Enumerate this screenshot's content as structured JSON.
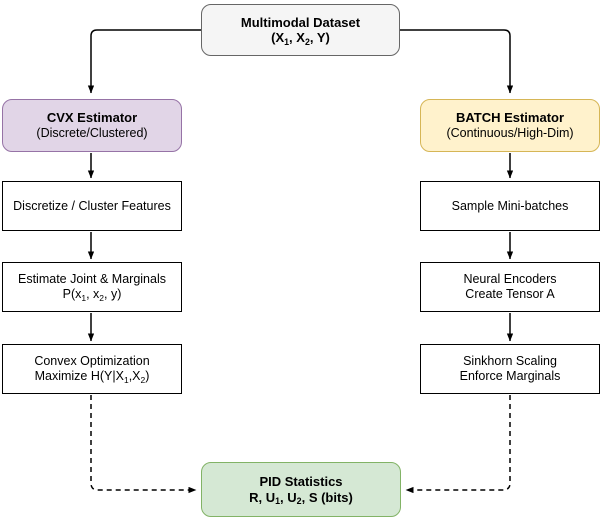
{
  "diagram": {
    "type": "flowchart",
    "title": "PID estimation pipeline",
    "colors": {
      "dataset_fill": "#f5f5f5",
      "dataset_stroke": "#666666",
      "cvx_fill": "#e1d5e7",
      "cvx_stroke": "#9673a6",
      "batch_fill": "#fff2cc",
      "batch_stroke": "#d6b656",
      "result_fill": "#d5e8d4",
      "result_stroke": "#82b366",
      "process_fill": "#ffffff",
      "process_stroke": "#000000",
      "edge": "#000000"
    },
    "nodes": {
      "dataset": {
        "line1": "Multimodal Dataset",
        "line2_prefix": "(X",
        "line2_sub1": "1",
        "line2_mid": ", X",
        "line2_sub2": "2",
        "line2_suffix": ", Y)"
      },
      "cvx_estimator": {
        "line1": "CVX Estimator",
        "line2": "(Discrete/Clustered)"
      },
      "batch_estimator": {
        "line1": "BATCH Estimator",
        "line2": "(Continuous/High-Dim)"
      },
      "cvx_step1": {
        "line1": "Discretize / Cluster Features",
        "line2": ""
      },
      "cvx_step2": {
        "line1": "Estimate Joint & Marginals",
        "line2_prefix": "P(x",
        "line2_sub1": "1",
        "line2_mid": ", x",
        "line2_sub2": "2",
        "line2_suffix": ", y)"
      },
      "cvx_step3": {
        "line1": "Convex Optimization",
        "line2_prefix": "Maximize H(Y|X",
        "line2_sub1": "1",
        "line2_mid": ",X",
        "line2_sub2": "2",
        "line2_suffix": ")"
      },
      "batch_step1": {
        "line1": "Sample Mini-batches",
        "line2": ""
      },
      "batch_step2": {
        "line1": "Neural Encoders",
        "line2": "Create Tensor A"
      },
      "batch_step3": {
        "line1": "Sinkhorn Scaling",
        "line2": "Enforce Marginals"
      },
      "pid_statistics": {
        "line1": "PID Statistics",
        "line2_prefix": "R, U",
        "line2_sub1": "1",
        "line2_mid": ", U",
        "line2_sub2": "2",
        "line2_suffix": ", S (bits)"
      }
    },
    "edges": [
      {
        "from": "dataset",
        "to": "cvx_estimator",
        "style": "solid",
        "arrow": true
      },
      {
        "from": "dataset",
        "to": "batch_estimator",
        "style": "solid",
        "arrow": true
      },
      {
        "from": "cvx_estimator",
        "to": "cvx_step1",
        "style": "solid",
        "arrow": true
      },
      {
        "from": "cvx_step1",
        "to": "cvx_step2",
        "style": "solid",
        "arrow": true
      },
      {
        "from": "cvx_step2",
        "to": "cvx_step3",
        "style": "solid",
        "arrow": true
      },
      {
        "from": "batch_estimator",
        "to": "batch_step1",
        "style": "solid",
        "arrow": true
      },
      {
        "from": "batch_step1",
        "to": "batch_step2",
        "style": "solid",
        "arrow": true
      },
      {
        "from": "batch_step2",
        "to": "batch_step3",
        "style": "solid",
        "arrow": true
      },
      {
        "from": "cvx_step3",
        "to": "pid_statistics",
        "style": "dashed",
        "arrow": true
      },
      {
        "from": "batch_step3",
        "to": "pid_statistics",
        "style": "dashed",
        "arrow": true
      }
    ]
  }
}
